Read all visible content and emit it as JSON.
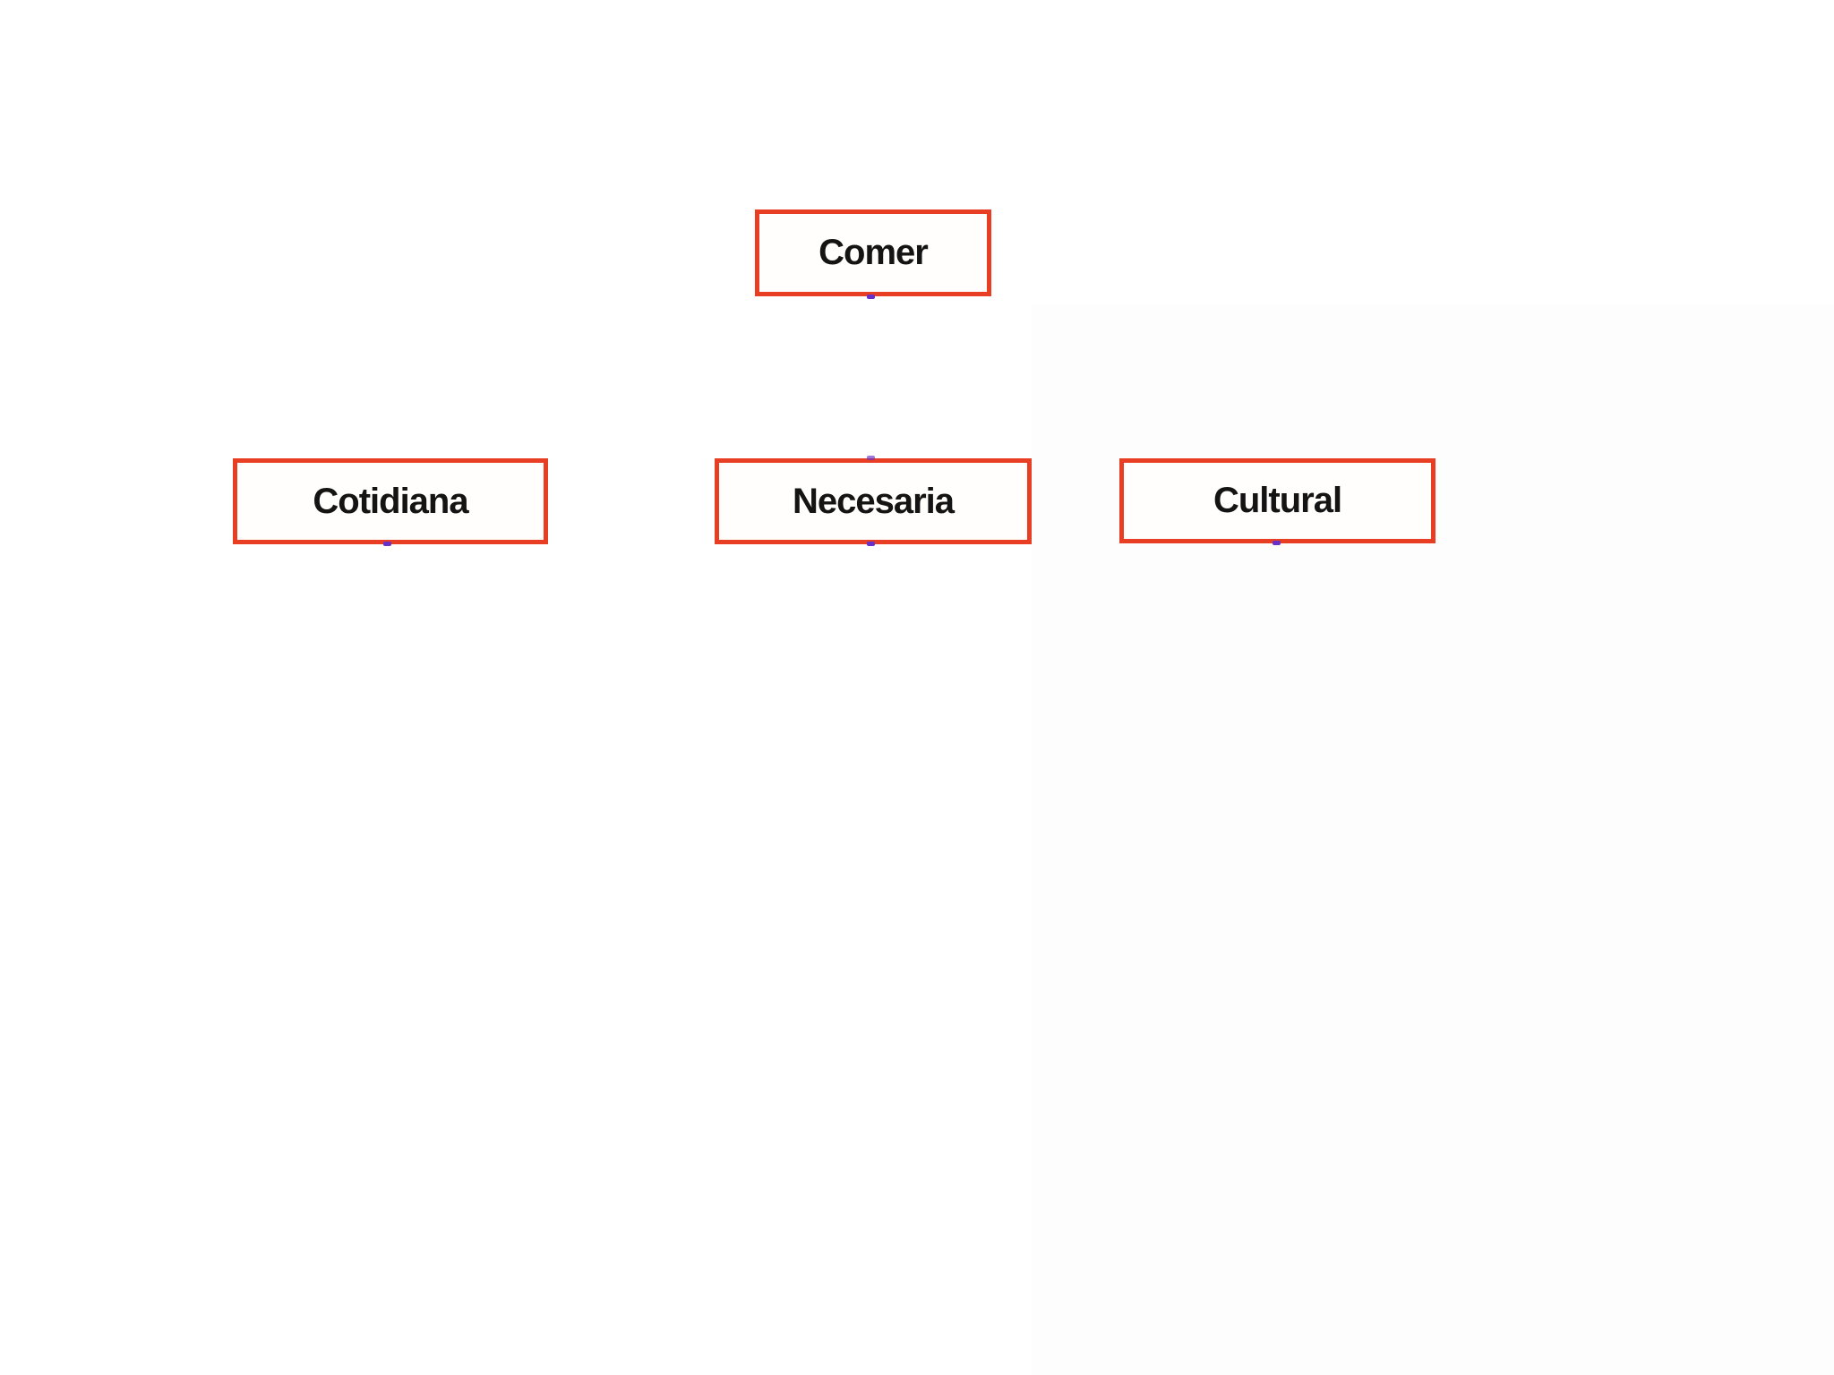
{
  "diagram": {
    "nodes": [
      {
        "id": "comer",
        "label": "Comer",
        "role": "root"
      },
      {
        "id": "cotidiana",
        "label": "Cotidiana",
        "role": "child"
      },
      {
        "id": "necesaria",
        "label": "Necesaria",
        "role": "child"
      },
      {
        "id": "cultural",
        "label": "Cultural",
        "role": "child"
      }
    ],
    "anchor_dots": [
      {
        "on": "comer",
        "edge": "bottom-center"
      },
      {
        "on": "cotidiana",
        "edge": "bottom-center"
      },
      {
        "on": "necesaria",
        "edge": "top-center"
      },
      {
        "on": "necesaria",
        "edge": "bottom-center"
      },
      {
        "on": "cultural",
        "edge": "bottom-center"
      }
    ],
    "colors": {
      "box_border": "#e83e24",
      "box_fill": "#fffefd",
      "text": "#141414",
      "anchor_dot": "#6930c8",
      "background": "#ffffff",
      "right_region_tint": "#fdfdfd"
    }
  }
}
